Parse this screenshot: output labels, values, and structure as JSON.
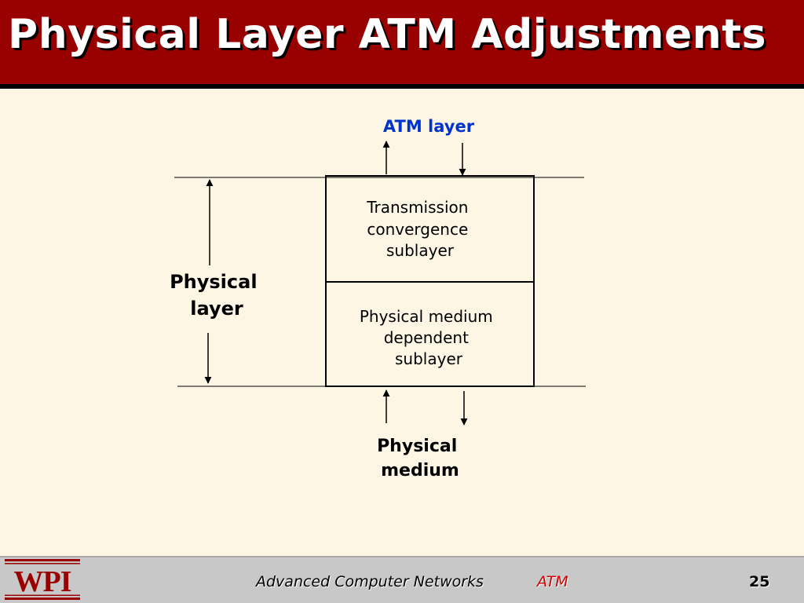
{
  "slide": {
    "title": "Physical Layer ATM Adjustments"
  },
  "diagram": {
    "top_label": "ATM layer",
    "sublayer_top_lines": [
      "Transmission",
      "convergence",
      "sublayer"
    ],
    "sublayer_bottom_lines": [
      "Physical medium",
      "dependent",
      "sublayer"
    ],
    "side_label_lines": [
      "Physical",
      "layer"
    ],
    "bottom_label_lines": [
      "Physical",
      "medium"
    ]
  },
  "footer": {
    "logo_text": "WPI",
    "course": "Advanced Computer Networks",
    "topic": "ATM",
    "page_number": "25"
  },
  "colors": {
    "title_bar": "#990000",
    "background": "#fdf6e4",
    "atm_layer_label": "#0033cc",
    "footer_bar": "#c8c8c8",
    "footer_topic": "#cc0000"
  }
}
